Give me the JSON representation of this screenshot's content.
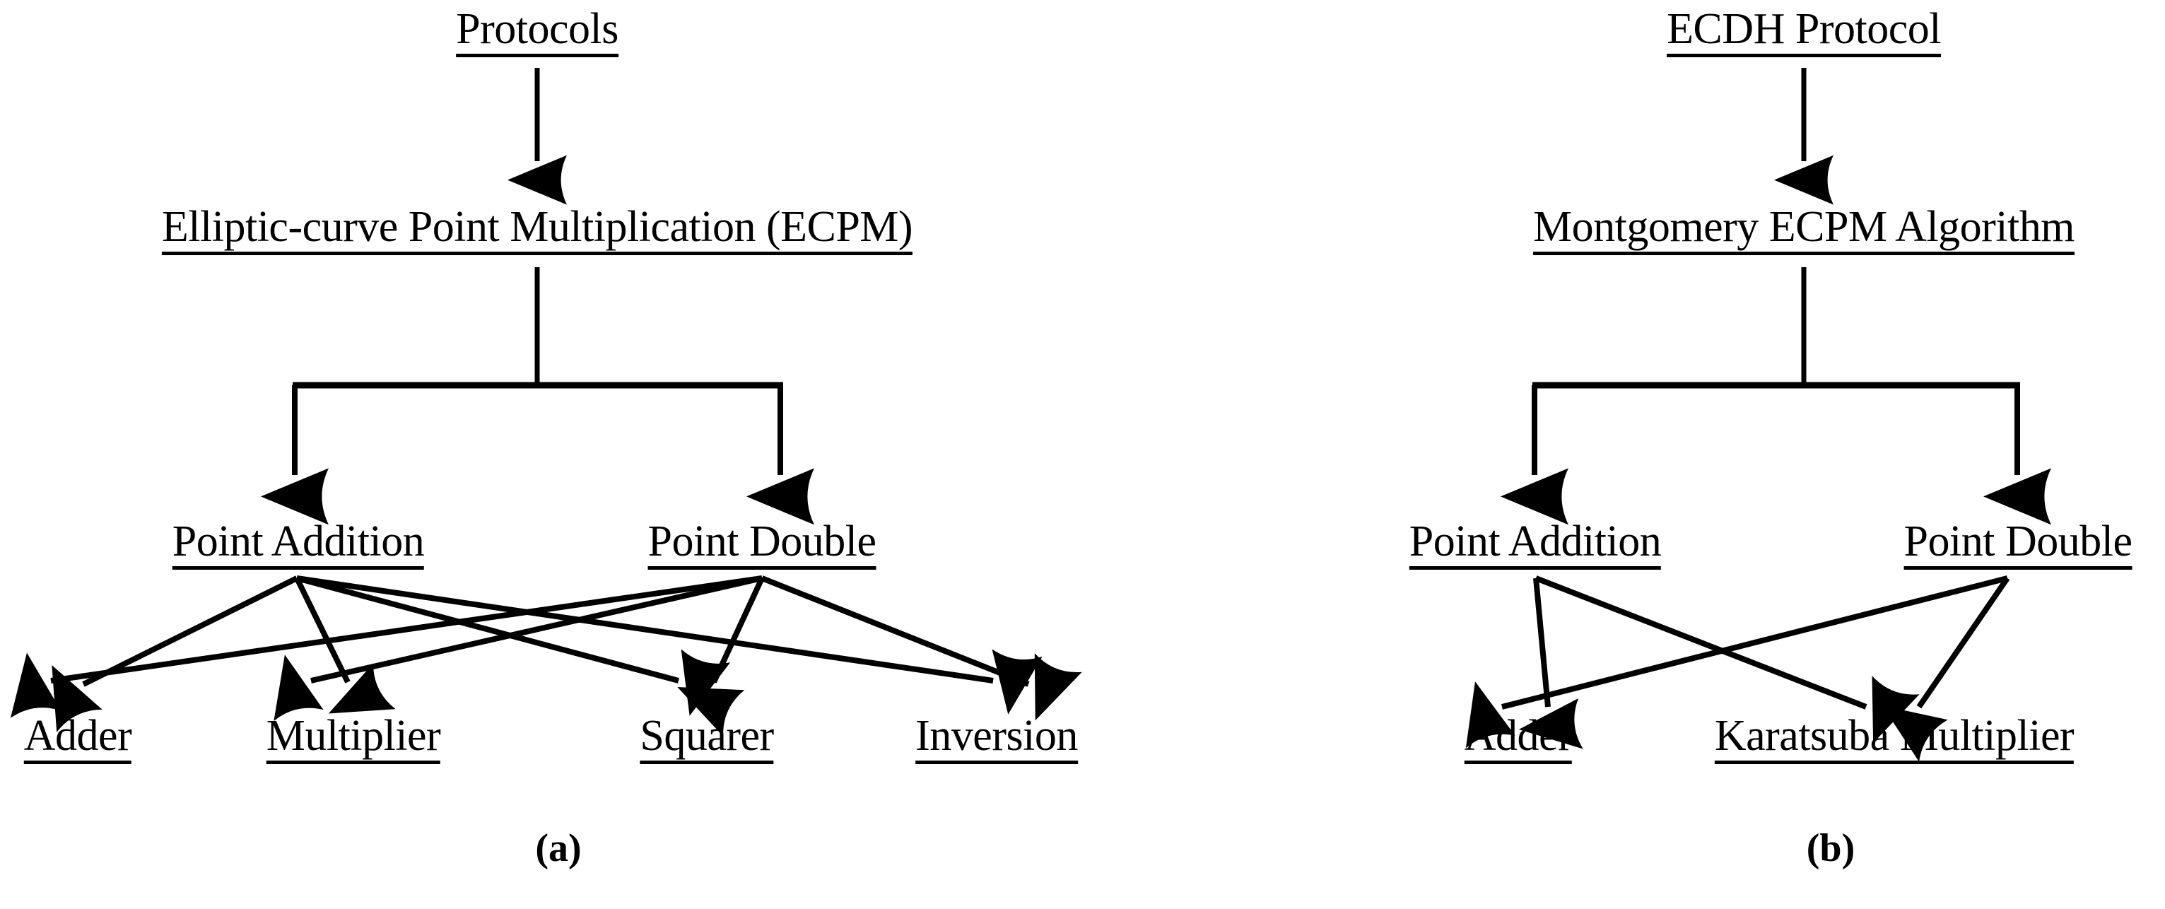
{
  "figure": {
    "background_color": "#ffffff",
    "line_color": "#000000",
    "text_color": "#000000",
    "panels": [
      {
        "id": "a",
        "caption": "(a)",
        "nodes": [
          {
            "id": "protocols",
            "label": "Protocols"
          },
          {
            "id": "ecpm",
            "label": "Elliptic-curve Point Multiplication (ECPM)"
          },
          {
            "id": "point-addition",
            "label": "Point Addition"
          },
          {
            "id": "point-double",
            "label": "Point Double"
          },
          {
            "id": "adder",
            "label": "Adder"
          },
          {
            "id": "multiplier",
            "label": "Multiplier"
          },
          {
            "id": "squarer",
            "label": "Squarer"
          },
          {
            "id": "inversion",
            "label": "Inversion"
          }
        ],
        "edges": [
          {
            "from": "protocols",
            "to": "ecpm",
            "style": "straight-arrow"
          },
          {
            "from": "ecpm",
            "to": "point-addition",
            "style": "elbow-arrow"
          },
          {
            "from": "ecpm",
            "to": "point-double",
            "style": "elbow-arrow"
          },
          {
            "from": "point-addition",
            "to": "adder",
            "style": "diagonal-arrow"
          },
          {
            "from": "point-addition",
            "to": "multiplier",
            "style": "diagonal-arrow"
          },
          {
            "from": "point-addition",
            "to": "squarer",
            "style": "diagonal-arrow"
          },
          {
            "from": "point-addition",
            "to": "inversion",
            "style": "diagonal-arrow"
          },
          {
            "from": "point-double",
            "to": "adder",
            "style": "diagonal-arrow"
          },
          {
            "from": "point-double",
            "to": "multiplier",
            "style": "diagonal-arrow"
          },
          {
            "from": "point-double",
            "to": "squarer",
            "style": "diagonal-arrow"
          },
          {
            "from": "point-double",
            "to": "inversion",
            "style": "diagonal-arrow"
          }
        ]
      },
      {
        "id": "b",
        "caption": "(b)",
        "nodes": [
          {
            "id": "ecdh-protocol",
            "label": "ECDH Protocol"
          },
          {
            "id": "montgomery-ecpm",
            "label": "Montgomery ECPM Algorithm"
          },
          {
            "id": "point-addition-b",
            "label": "Point Addition"
          },
          {
            "id": "point-double-b",
            "label": "Point Double"
          },
          {
            "id": "adder-b",
            "label": "Adder"
          },
          {
            "id": "karatsuba-multiplier",
            "label": "Karatsuba Multiplier"
          }
        ],
        "edges": [
          {
            "from": "ecdh-protocol",
            "to": "montgomery-ecpm",
            "style": "straight-arrow"
          },
          {
            "from": "montgomery-ecpm",
            "to": "point-addition-b",
            "style": "elbow-arrow"
          },
          {
            "from": "montgomery-ecpm",
            "to": "point-double-b",
            "style": "elbow-arrow"
          },
          {
            "from": "point-addition-b",
            "to": "adder-b",
            "style": "diagonal-arrow"
          },
          {
            "from": "point-addition-b",
            "to": "karatsuba-multiplier",
            "style": "diagonal-arrow"
          },
          {
            "from": "point-double-b",
            "to": "adder-b",
            "style": "diagonal-arrow"
          },
          {
            "from": "point-double-b",
            "to": "karatsuba-multiplier",
            "style": "diagonal-arrow"
          }
        ]
      }
    ]
  }
}
